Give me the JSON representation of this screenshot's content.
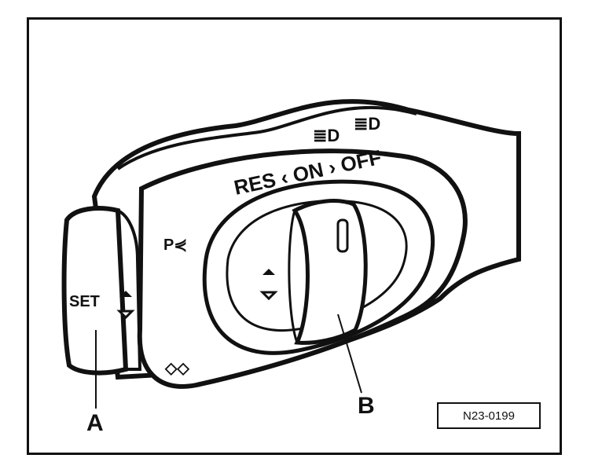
{
  "switch": {
    "top_symbols": [
      "≣D",
      "≣D"
    ],
    "position_label": "RES ‹ ON › OFF",
    "left_label": "SET",
    "parking_symbol": "P⋞",
    "diamonds_symbol": "◇◇"
  },
  "callouts": {
    "a": "A",
    "b": "B"
  },
  "figure_id": "N23-0199",
  "icons": [
    "headlight-symbol-icon",
    "parking-light-icon",
    "arrow-up-down-icon",
    "diamond-indicator-icon"
  ]
}
